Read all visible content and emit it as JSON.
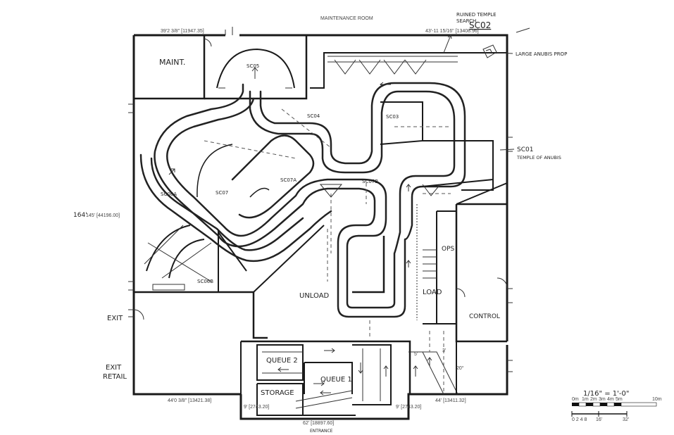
{
  "title_top": "MAINTENANCE ROOM",
  "rooms": {
    "maint": "MAINT.",
    "unload": "UNLOAD",
    "load": "LOAD",
    "ops": "OPS",
    "control": "CONTROL",
    "queue2": "QUEUE 2",
    "queue1": "QUEUE 1",
    "storage": "STORAGE",
    "exit": "EXIT",
    "exit_retail_1": "EXIT",
    "exit_retail_2": "RETAIL",
    "entrance": "ENTRANCE"
  },
  "scenes": {
    "sc05": "SC05",
    "sc04": "SC04",
    "sc03": "SC03",
    "sc06a": "SC06A",
    "sc06b": "SC06B",
    "sc07a": "SC07A",
    "sc07b": "SC07B",
    "sc07": "SC07",
    "sc02": "SC02",
    "sc02_desc_1": "RUINED TEMPLE",
    "sc02_desc_2": "SEARCH",
    "sc01": "SC01",
    "sc01_desc": "TEMPLE OF ANUBIS",
    "prop": "LARGE ANUBIS PROP"
  },
  "dimensions": {
    "top_left": "39'2 3/8\" [11947.35]",
    "top_right": "43'-11 15/16\" [13408.96]",
    "left_hand": "164'",
    "left": "145' [44196.00]",
    "bottom_left": "44'0 3/8\" [13421.38]",
    "bottom_9a": "9' [2743.20]",
    "bottom_9b": "9' [2743.20]",
    "bottom_mid": "62' [18897.60]",
    "bottom_right": "44' [13411.32]",
    "angle": "20°",
    "small_dim": "3'",
    "small_dim2": "5'"
  },
  "scale": {
    "note": "1/16\" = 1'-0\"",
    "ticks": [
      "0m",
      "1m",
      "2m",
      "3m",
      "4m",
      "5m",
      "10m"
    ],
    "ft_ticks": [
      "0 2 4 8",
      "16'",
      "32'"
    ]
  }
}
